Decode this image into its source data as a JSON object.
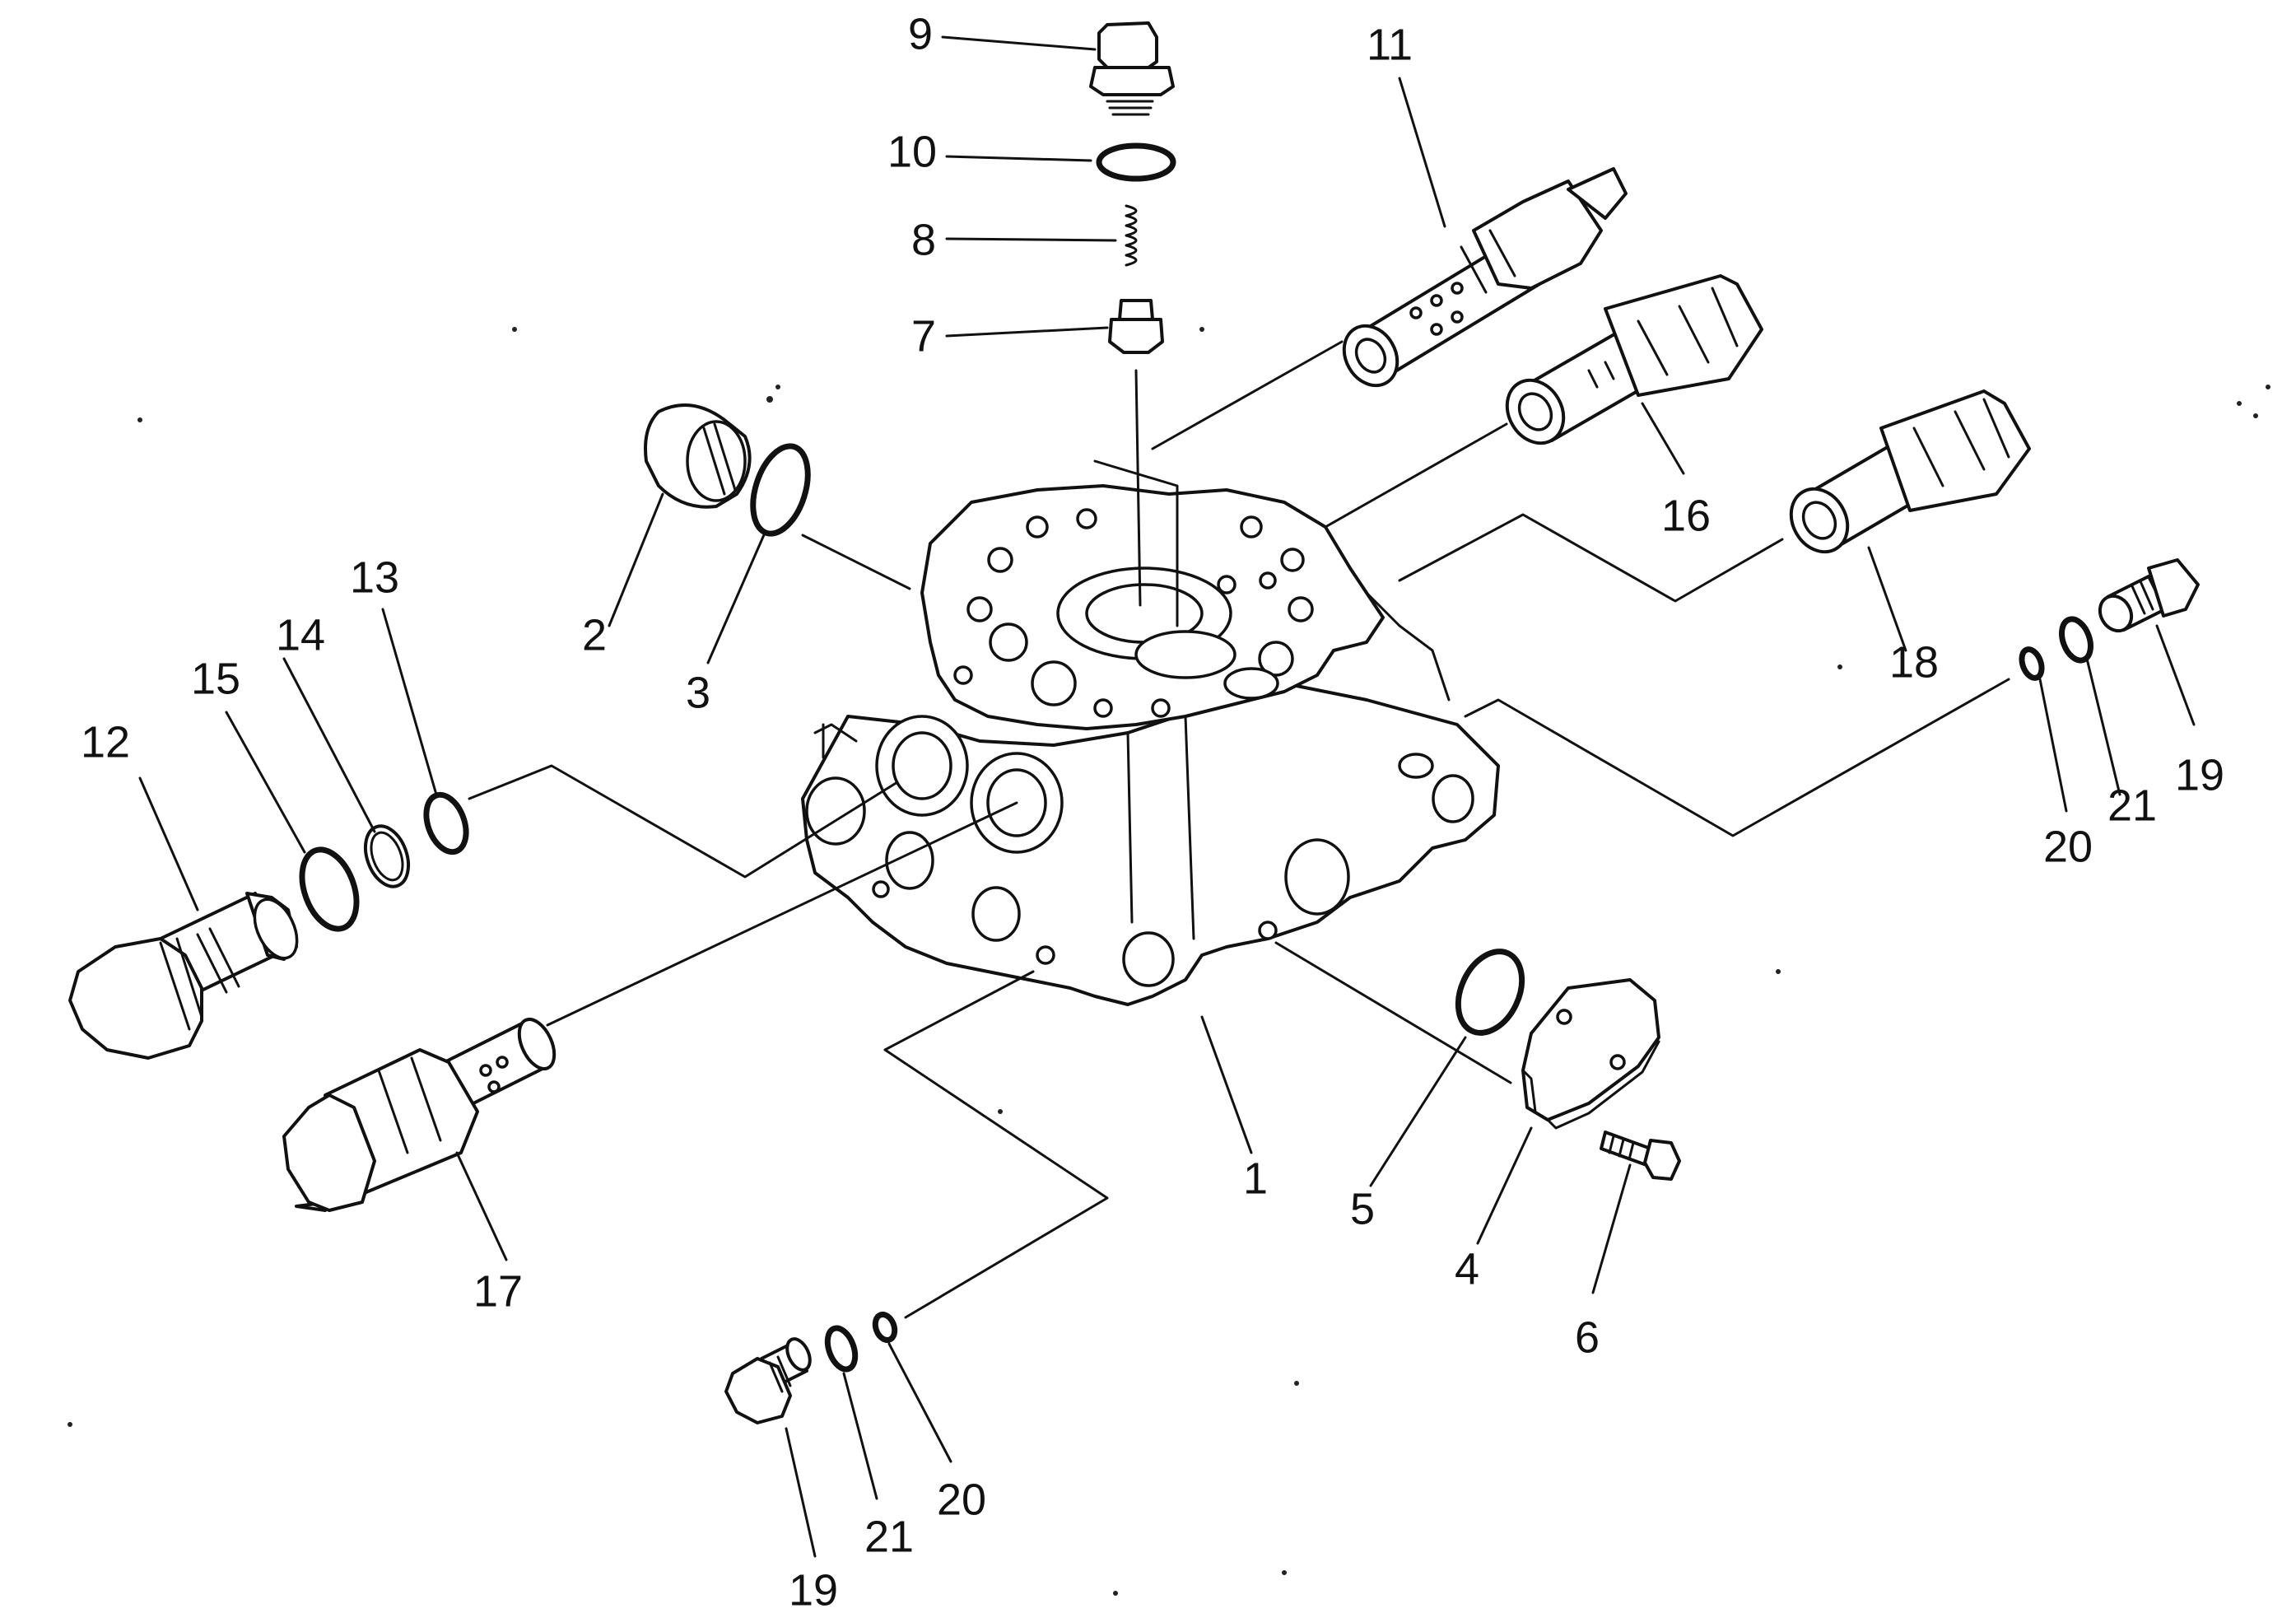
{
  "labels": {
    "l1": "1",
    "l2": "2",
    "l3": "3",
    "l4": "4",
    "l5": "5",
    "l6": "6",
    "l7": "7",
    "l8": "8",
    "l9": "9",
    "l10": "10",
    "l11": "11",
    "l12": "12",
    "l13": "13",
    "l14": "14",
    "l15": "15",
    "l16": "16",
    "l17": "17",
    "l18": "18",
    "l19a": "19",
    "l20a": "20",
    "l21a": "21",
    "l19b": "19",
    "l20b": "20",
    "l21b": "21"
  }
}
